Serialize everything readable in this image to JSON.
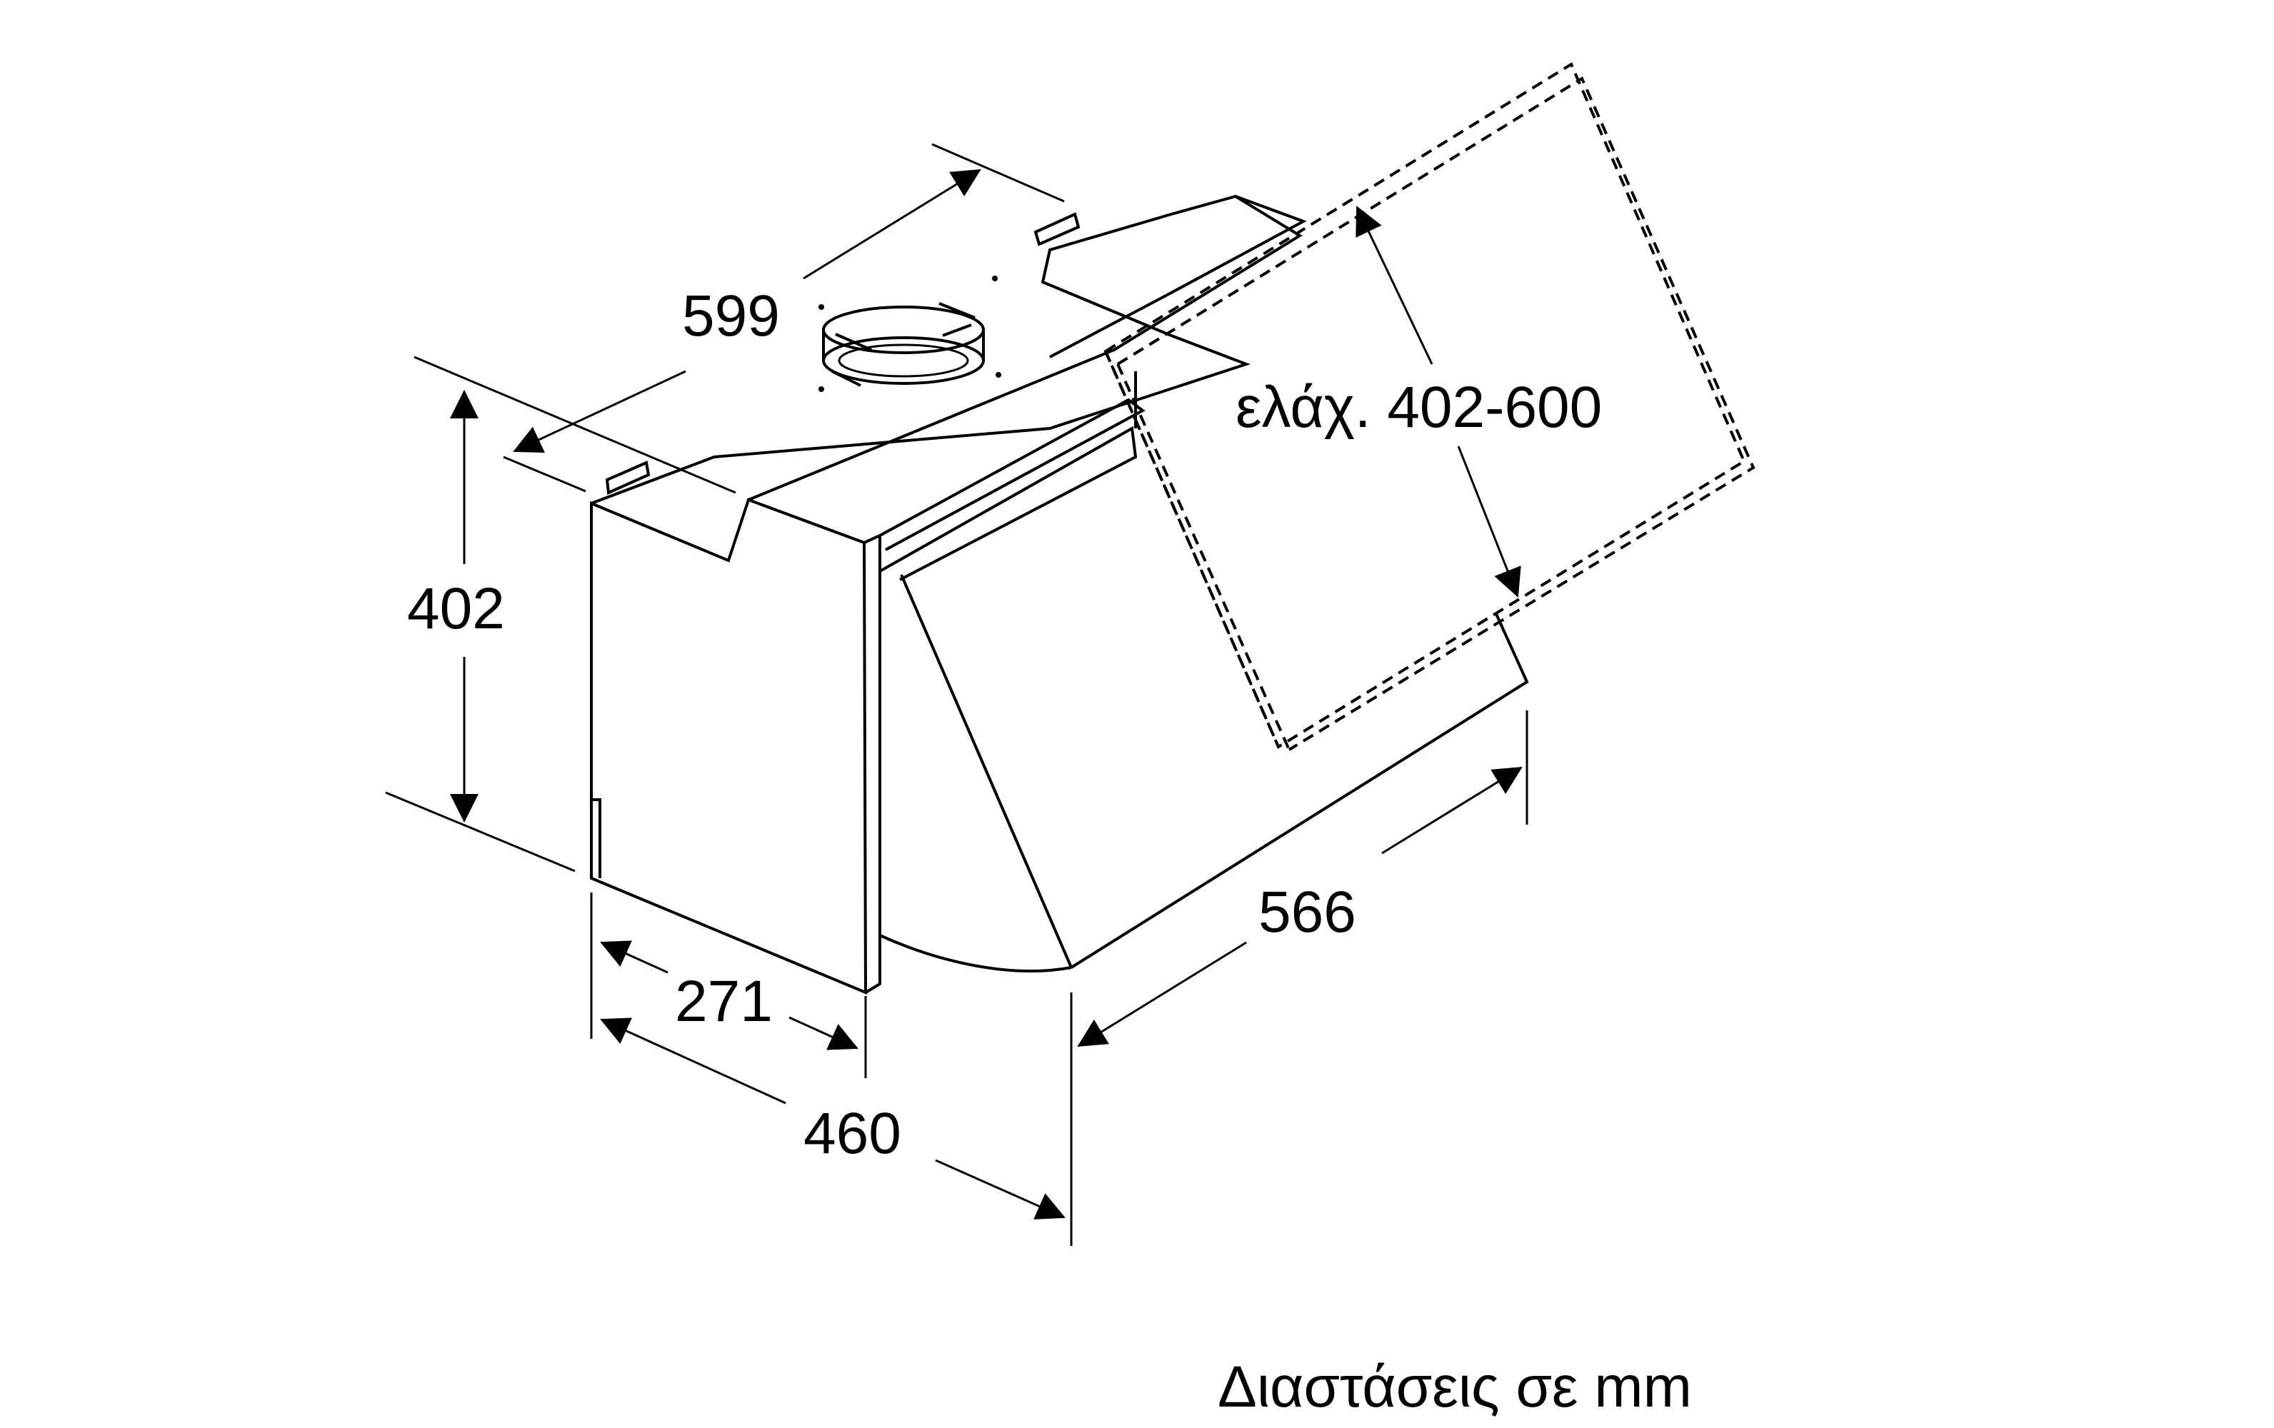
{
  "dimensions": {
    "width": "599",
    "height": "402",
    "depth_top": "271",
    "depth_bottom": "460",
    "length": "566",
    "chimney": "ελάχ. 402-600"
  },
  "caption": "Διαστάσεις σε mm",
  "colors": {
    "line": "#000000",
    "background": "#ffffff"
  }
}
